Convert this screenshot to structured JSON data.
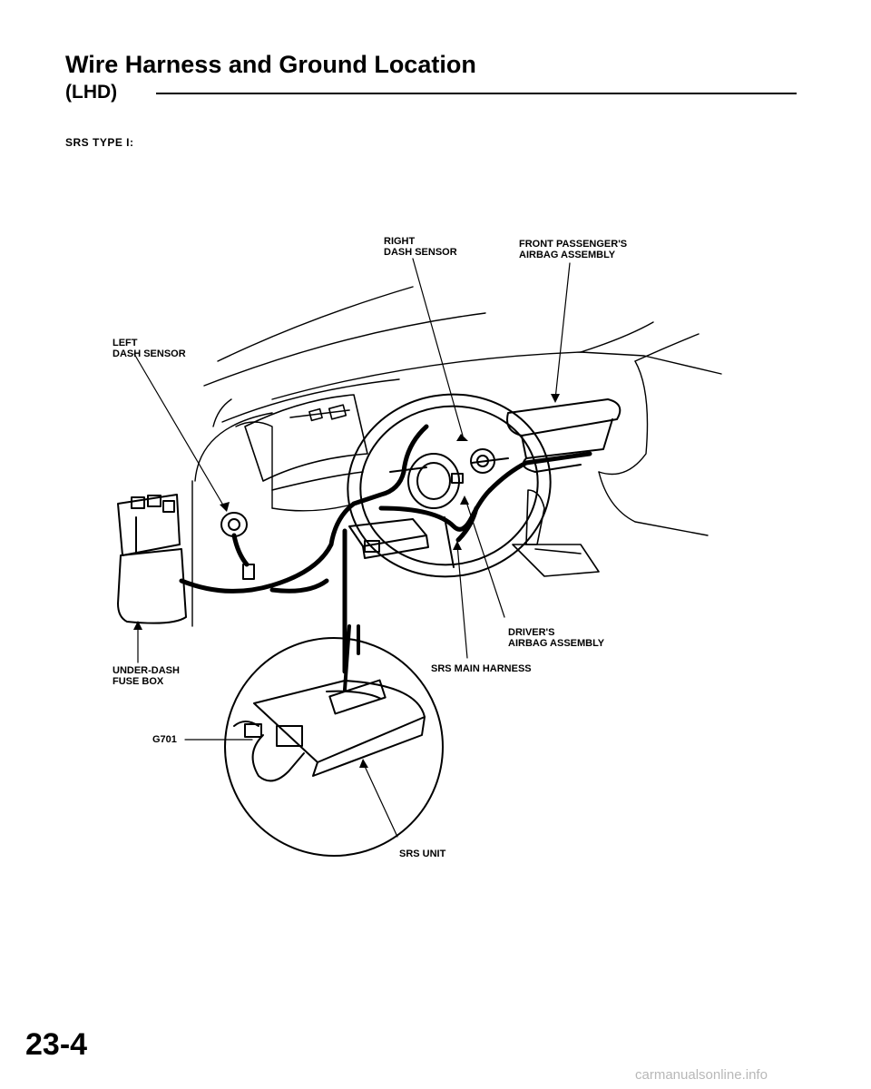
{
  "header": {
    "title": "Wire Harness and Ground Location",
    "subtitle": "(LHD)",
    "section": "SRS TYPE I:"
  },
  "labels": {
    "right_dash_sensor": "RIGHT\nDASH SENSOR",
    "front_passenger_airbag": "FRONT PASSENGER'S\nAIRBAG ASSEMBLY",
    "left_dash_sensor": "LEFT\nDASH SENSOR",
    "under_dash_fuse_box": "UNDER-DASH\nFUSE BOX",
    "drivers_airbag": "DRIVER'S\nAIRBAG ASSEMBLY",
    "srs_main_harness": "SRS MAIN HARNESS",
    "g701": "G701",
    "srs_unit": "SRS UNIT"
  },
  "footer": {
    "page_number": "23-4",
    "watermark": "carmanualsonline.info"
  }
}
